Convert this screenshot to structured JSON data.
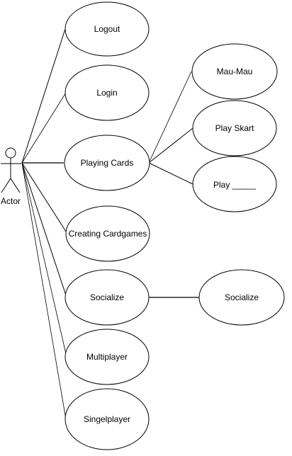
{
  "actor": {
    "label": "Actor"
  },
  "use_cases": {
    "logout": "Logout",
    "login": "Login",
    "playing_cards": "Playing Cards",
    "creating_cardgames": "Creating Cardgames",
    "socialize": "Socialize",
    "multiplayer": "Multiplayer",
    "singelplayer": "Singelplayer",
    "mau_mau": "Mau-Mau",
    "play_skart": "Play Skart",
    "play_blank": "Play _____",
    "socialize_sub": "Socialize"
  },
  "colors": {
    "stroke": "#000000",
    "light_stroke": "#999999",
    "background": "#ffffff"
  }
}
